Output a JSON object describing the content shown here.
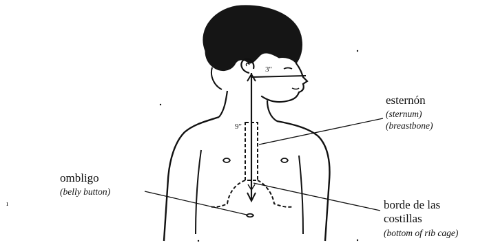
{
  "labels": {
    "sternum": {
      "title": "esternón",
      "subtitle1": "(sternum)",
      "subtitle2": "(breastbone)"
    },
    "navel": {
      "title": "ombligo",
      "subtitle1": "(belly button)"
    },
    "ribcage": {
      "title_line1": "borde de las",
      "title_line2": "costillas",
      "subtitle1": "(bottom of rib cage)"
    },
    "measurements": {
      "ear_to_nose": "3\"",
      "ear_to_ribs": "9\""
    },
    "margin_mark": "ı"
  },
  "colors": {
    "ink": "#111111",
    "hair": "#151515",
    "background": "#ffffff"
  }
}
